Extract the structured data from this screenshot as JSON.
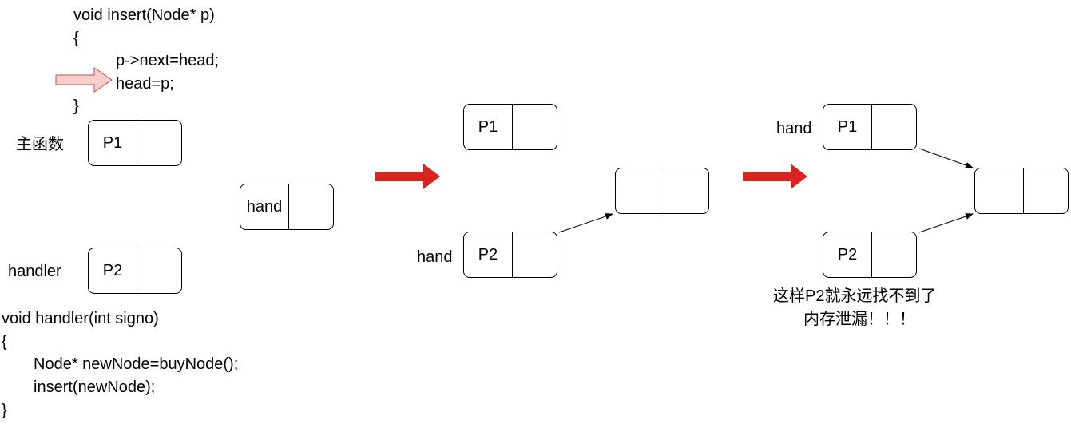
{
  "code_insert": {
    "line1": "void insert(Node* p)",
    "line2": "{",
    "line3": "p->next=head;",
    "line4": "head=p;",
    "line5": "}"
  },
  "code_handler": {
    "line1": "void handler(int signo)",
    "line2": "{",
    "line3": "Node* newNode=buyNode();",
    "line4": "insert(newNode);",
    "line5": "}"
  },
  "labels": {
    "main_func": "主函数",
    "handler": "handler",
    "hand": "hand"
  },
  "nodes": {
    "p1": "P1",
    "p2": "P2",
    "hand": "hand"
  },
  "caption": {
    "line1": "这样P2就永远找不到了",
    "line2": "内存泄漏！！！"
  },
  "colors": {
    "step_arrow": "#d9231e",
    "pointer_arrow_fill": "#f8cecc",
    "pointer_arrow_stroke": "#b85450",
    "stroke": "#000000"
  }
}
